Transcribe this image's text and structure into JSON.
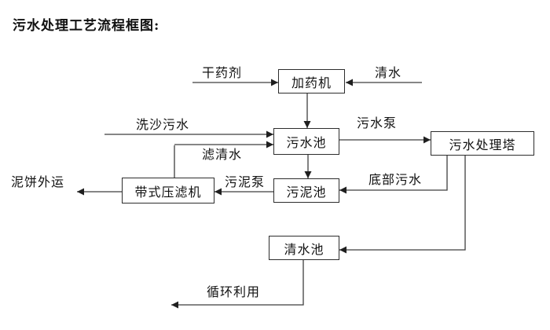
{
  "title": "污水处理工艺流程框图:",
  "nodes": {
    "dosing_machine": "加药机",
    "sewage_pool": "污水池",
    "treatment_tower": "污水处理塔",
    "belt_filter_press": "带式压滤机",
    "sludge_pool": "污泥池",
    "clean_water_pool": "清水池"
  },
  "labels": {
    "dry_agent": "干药剂",
    "clean_water": "清水",
    "sand_washing_sewage": "洗沙污水",
    "sewage_pump": "污水泵",
    "filtered_water": "滤清水",
    "sludge_pump": "污泥泵",
    "mud_cake_out": "泥饼外运",
    "bottom_sewage": "底部污水",
    "recycle_use": "循环利用"
  },
  "flows": [
    {
      "from": "干药剂",
      "to": "加药机",
      "label": ""
    },
    {
      "from": "清水",
      "to": "加药机",
      "label": ""
    },
    {
      "from": "加药机",
      "to": "污水池",
      "label": ""
    },
    {
      "from": "洗沙污水",
      "to": "污水池",
      "label": ""
    },
    {
      "from": "带式压滤机",
      "to": "污水池",
      "label": "滤清水"
    },
    {
      "from": "污水池",
      "to": "污水处理塔",
      "label": "污水泵"
    },
    {
      "from": "污水池",
      "to": "污泥池",
      "label": ""
    },
    {
      "from": "污水处理塔",
      "to": "污泥池",
      "label": "底部污水"
    },
    {
      "from": "污泥池",
      "to": "带式压滤机",
      "label": "污泥泵"
    },
    {
      "from": "带式压滤机",
      "to": "泥饼外运",
      "label": ""
    },
    {
      "from": "污水处理塔",
      "to": "清水池",
      "label": ""
    },
    {
      "from": "清水池",
      "to": "循环利用",
      "label": ""
    }
  ],
  "colors": {
    "background": "#ffffff",
    "line": "#3f3f3f",
    "arrow": "#1f1f1f",
    "box_border": "#2d2d2d",
    "text": "#111111"
  }
}
